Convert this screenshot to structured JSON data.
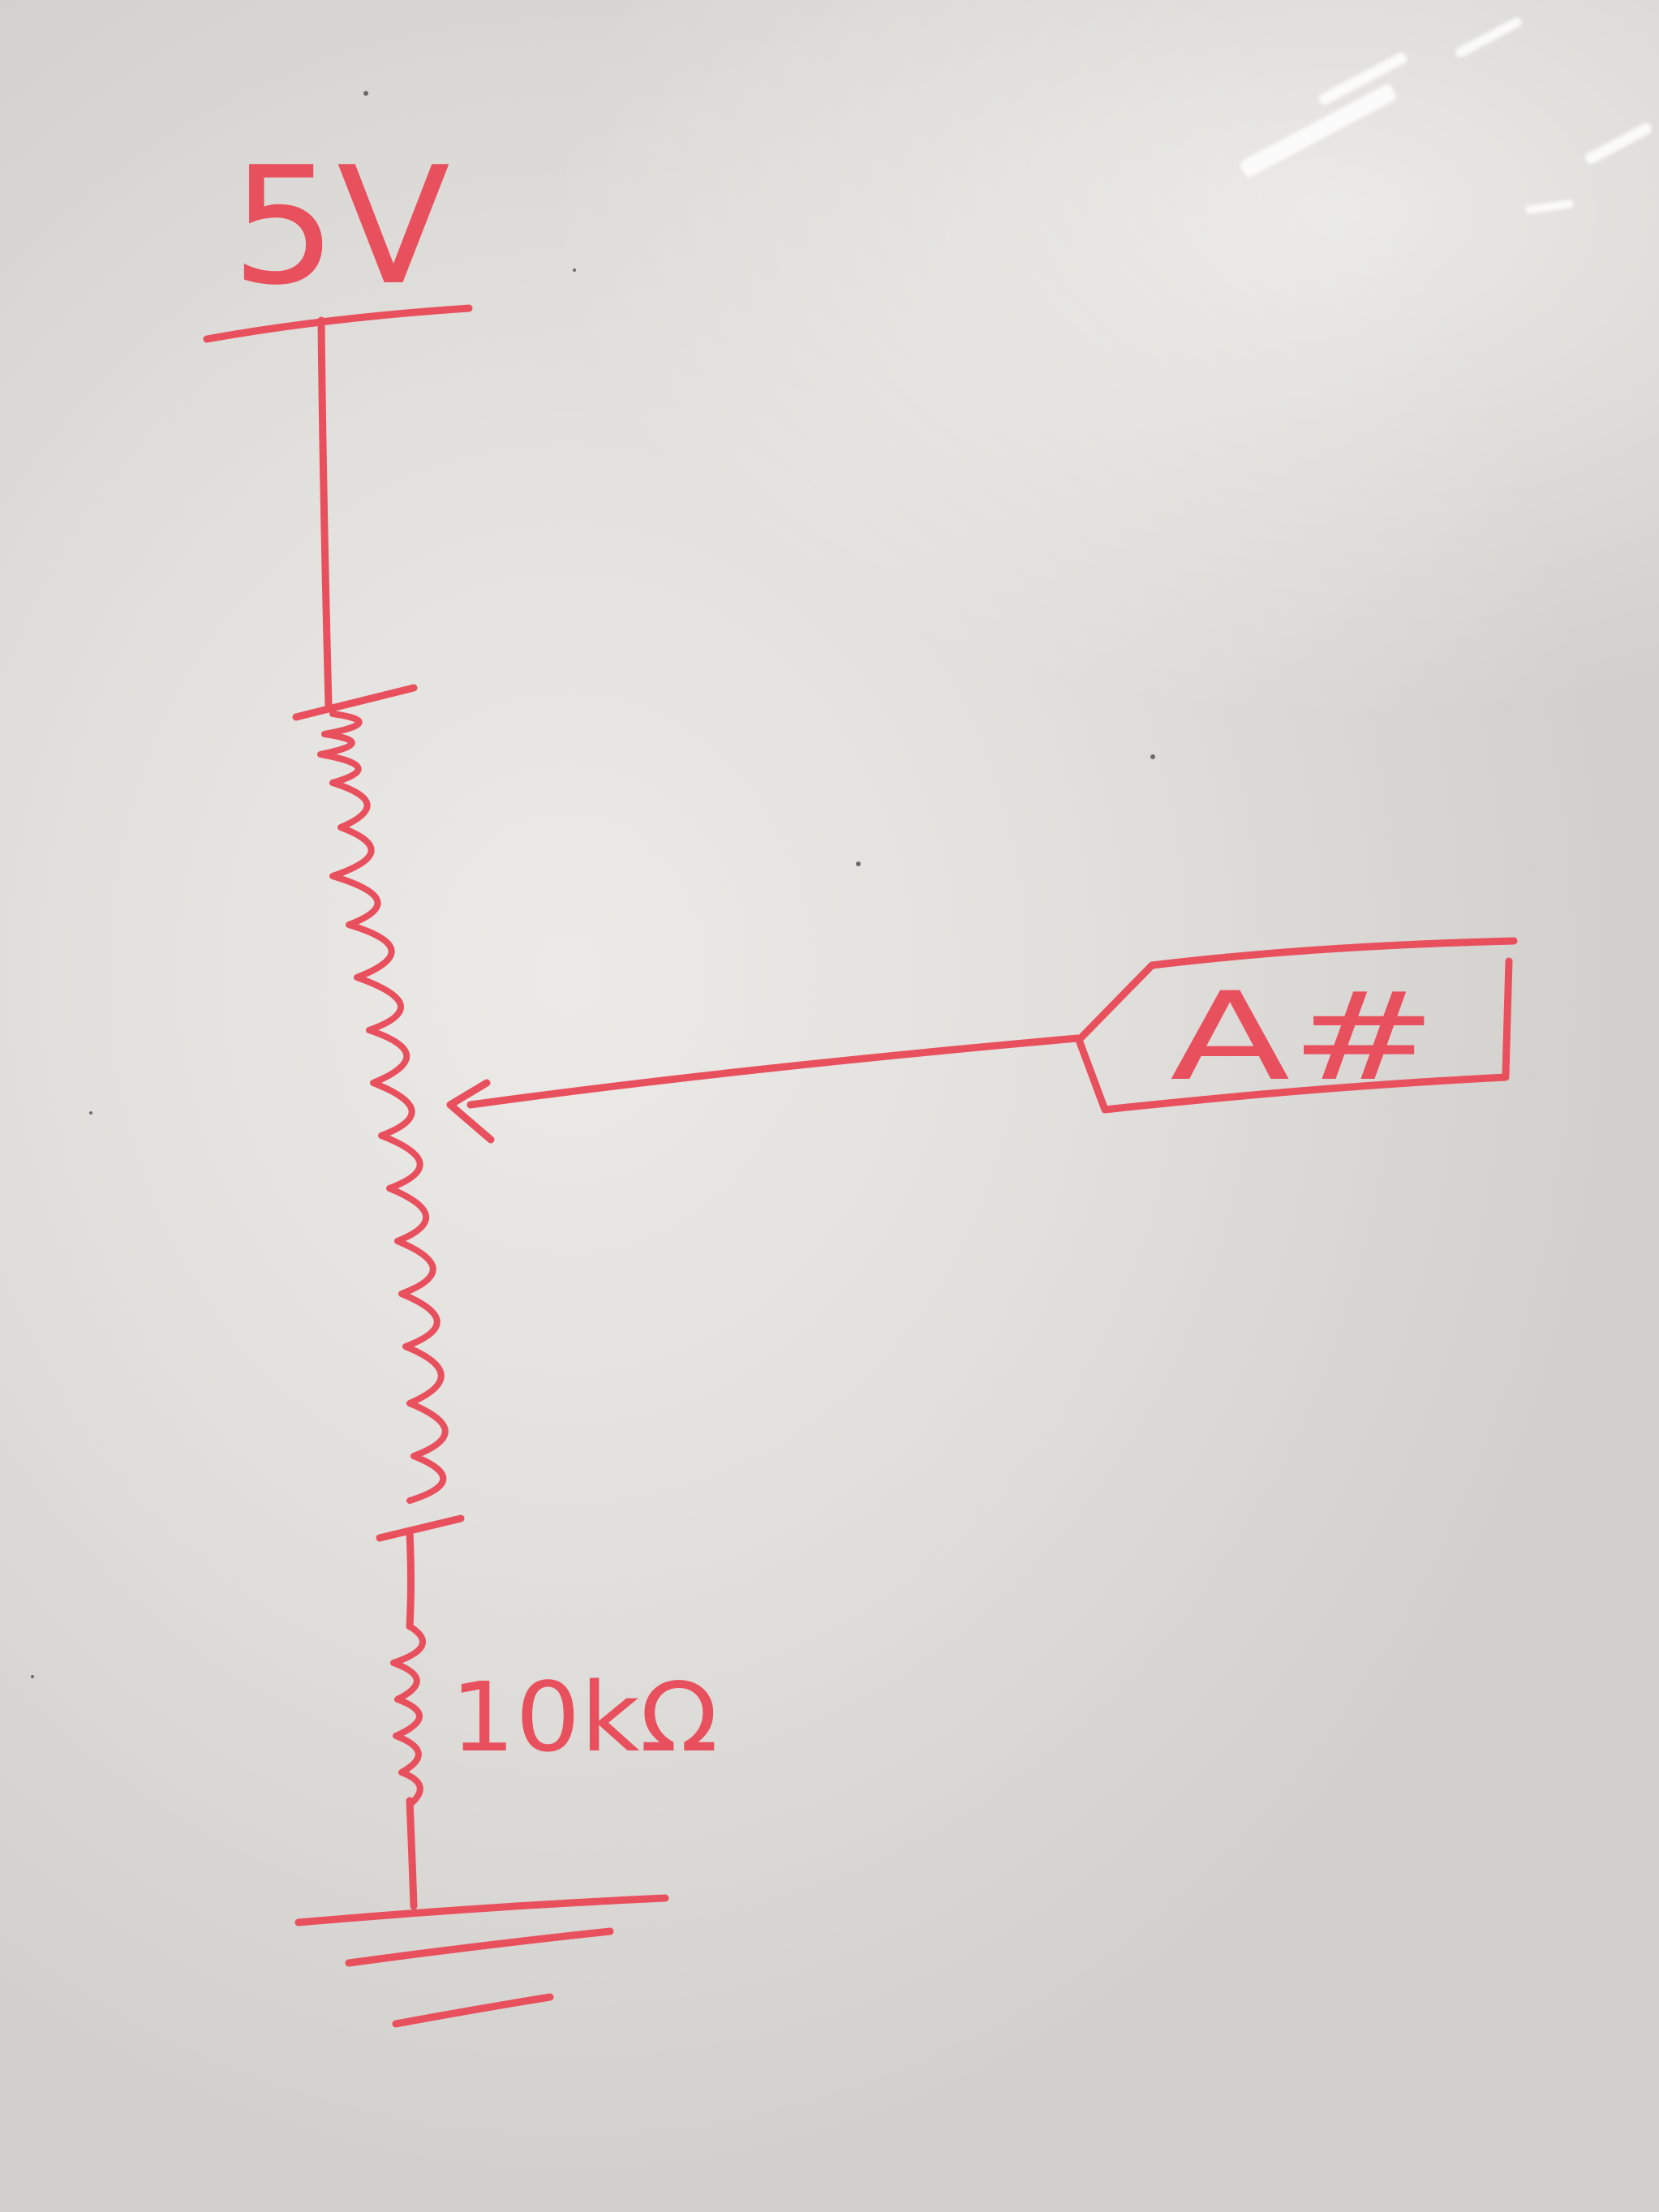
{
  "diagram": {
    "supply_label": "5V",
    "output_label": "A#",
    "fixed_resistor_label": "10kΩ",
    "ink_color": "#e8505d"
  }
}
